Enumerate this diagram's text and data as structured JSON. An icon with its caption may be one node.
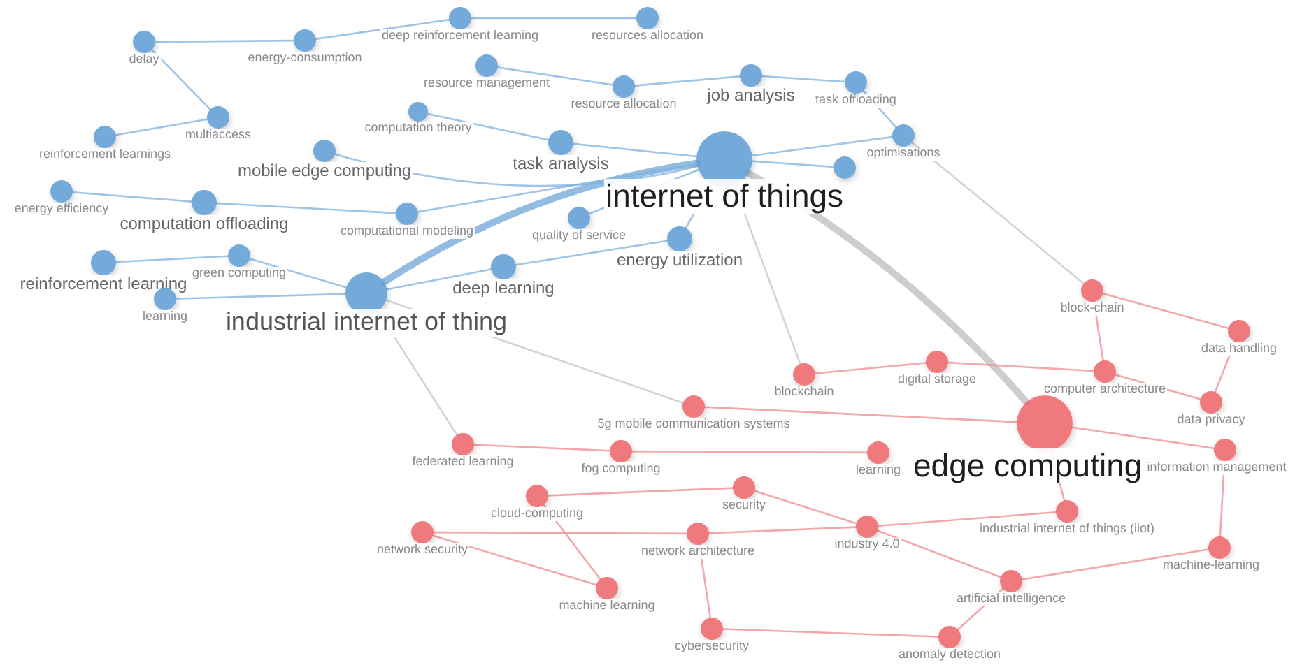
{
  "diagram": {
    "nodes": [
      {
        "text": [
          "delay"
        ]
      },
      {
        "text": [
          "energy-consumption"
        ]
      },
      {
        "text": [
          "deep reinforcement learning"
        ]
      },
      {
        "text": [
          "resources allocation"
        ]
      },
      {
        "text": [
          "resource management"
        ]
      },
      {
        "text": [
          "multiaccess"
        ]
      },
      {
        "text": [
          "computation theory"
        ]
      },
      {
        "text": [
          "resource allocation"
        ]
      },
      {
        "text": [
          "job analysis"
        ]
      },
      {
        "text": [
          "task offloading"
        ]
      },
      {
        "text": [
          "reinforcement learnings"
        ]
      },
      {
        "text": [
          "mobile edge computing"
        ]
      },
      {
        "text": [
          "task analysis"
        ]
      },
      {
        "text": [
          "optimisations"
        ]
      },
      {
        "text": [
          "internet of things"
        ]
      },
      {
        "text": [
          "energy efficiency"
        ]
      },
      {
        "text": [
          "computation offloading"
        ]
      },
      {
        "text": [
          "computational modeling"
        ]
      },
      {
        "text": [
          "quality of service"
        ]
      },
      {
        "text": [],
        "shape": "circle"
      },
      {
        "text": [
          "energy utilization"
        ]
      },
      {
        "text": [
          "reinforcement learning"
        ]
      },
      {
        "text": [
          "green computing"
        ]
      },
      {
        "text": [
          "deep learning"
        ]
      },
      {
        "text": [
          "industrial internet of thing"
        ]
      },
      {
        "text": [
          "learning"
        ]
      },
      {
        "text": [
          "block-chain"
        ]
      },
      {
        "text": [
          "data handling"
        ]
      },
      {
        "text": [
          "blockchain"
        ]
      },
      {
        "text": [
          "digital storage"
        ]
      },
      {
        "text": [
          "computer architecture"
        ]
      },
      {
        "text": [
          "5g mobile communication systems"
        ]
      },
      {
        "text": [
          "data privacy"
        ]
      },
      {
        "text": [
          "edge computing"
        ]
      },
      {
        "text": [
          "federated learning"
        ]
      },
      {
        "text": [
          "fog computing"
        ]
      },
      {
        "text": [
          "learning"
        ]
      },
      {
        "text": [
          "information management"
        ]
      },
      {
        "text": [
          "security"
        ]
      },
      {
        "text": [
          "cloud-computing"
        ]
      },
      {
        "text": [
          "industrial internet of things (iiot)"
        ]
      },
      {
        "text": [
          "network security"
        ]
      },
      {
        "text": [
          "network architecture"
        ]
      },
      {
        "text": [
          "industry 4.0"
        ]
      },
      {
        "text": [
          "machine-learning"
        ]
      },
      {
        "text": [
          "artificial intelligence"
        ]
      },
      {
        "text": [
          "machine learning"
        ]
      },
      {
        "text": [
          "cybersecurity"
        ]
      },
      {
        "text": [
          "anomaly detection"
        ]
      }
    ],
    "edges": [
      {
        "from": 24,
        "to": 14,
        "arrow": "none",
        "style": "thick",
        "color": "#7fb0dc"
      },
      {
        "from": 14,
        "to": 33,
        "arrow": "none",
        "style": "thick"
      },
      {
        "from": 24,
        "to": 34,
        "arrow": "none"
      },
      {
        "from": 14,
        "to": 28,
        "arrow": "none"
      },
      {
        "from": 24,
        "to": 31,
        "arrow": "none"
      },
      {
        "from": 13,
        "to": 26,
        "arrow": "none"
      },
      {
        "from": 21,
        "to": 22,
        "arrow": "none",
        "color": "#7fb0dc"
      },
      {
        "from": 16,
        "to": 17,
        "arrow": "none",
        "color": "#7fb0dc"
      },
      {
        "from": 15,
        "to": 16,
        "arrow": "none",
        "color": "#7fb0dc"
      },
      {
        "from": 10,
        "to": 5,
        "arrow": "none",
        "color": "#7fb0dc"
      },
      {
        "from": 11,
        "to": 14,
        "arrow": "none",
        "color": "#7fb0dc"
      },
      {
        "from": 7,
        "to": 8,
        "arrow": "none",
        "color": "#7fb0dc"
      },
      {
        "from": 8,
        "to": 9,
        "arrow": "none",
        "color": "#7fb0dc"
      },
      {
        "from": 4,
        "to": 7,
        "arrow": "none",
        "color": "#7fb0dc"
      },
      {
        "from": 2,
        "to": 3,
        "arrow": "none",
        "color": "#7fb0dc"
      },
      {
        "from": 0,
        "to": 1,
        "arrow": "none",
        "color": "#7fb0dc"
      },
      {
        "from": 1,
        "to": 2,
        "arrow": "none",
        "color": "#7fb0dc"
      },
      {
        "from": 23,
        "to": 20,
        "arrow": "none",
        "color": "#7fb0dc"
      },
      {
        "from": 20,
        "to": 14,
        "arrow": "none",
        "color": "#7fb0dc"
      },
      {
        "from": 24,
        "to": 23,
        "arrow": "none",
        "color": "#7fb0dc"
      },
      {
        "from": 12,
        "to": 14,
        "arrow": "none",
        "color": "#7fb0dc"
      },
      {
        "from": 6,
        "to": 12,
        "arrow": "none",
        "color": "#7fb0dc"
      },
      {
        "from": 18,
        "to": 14,
        "arrow": "none",
        "color": "#7fb0dc"
      },
      {
        "from": 9,
        "to": 13,
        "arrow": "none",
        "color": "#7fb0dc"
      },
      {
        "from": 17,
        "to": 14,
        "arrow": "none",
        "color": "#7fb0dc"
      },
      {
        "from": 0,
        "to": 5,
        "arrow": "none",
        "color": "#7fb0dc"
      },
      {
        "from": 22,
        "to": 24,
        "arrow": "none",
        "color": "#7fb0dc"
      },
      {
        "from": 25,
        "to": 24,
        "arrow": "none",
        "color": "#7fb0dc"
      },
      {
        "from": 13,
        "to": 14,
        "arrow": "none",
        "color": "#7fb0dc"
      },
      {
        "from": 19,
        "to": 14,
        "arrow": "none",
        "color": "#7fb0dc"
      },
      {
        "from": 31,
        "to": 33,
        "arrow": "none",
        "color": "#f08a8d"
      },
      {
        "from": 28,
        "to": 29,
        "arrow": "none",
        "color": "#f08a8d"
      },
      {
        "from": 29,
        "to": 30,
        "arrow": "none",
        "color": "#f08a8d"
      },
      {
        "from": 30,
        "to": 32,
        "arrow": "none",
        "color": "#f08a8d"
      },
      {
        "from": 33,
        "to": 37,
        "arrow": "none",
        "color": "#f08a8d"
      },
      {
        "from": 34,
        "to": 35,
        "arrow": "none",
        "color": "#f08a8d"
      },
      {
        "from": 35,
        "to": 36,
        "arrow": "none",
        "color": "#f08a8d"
      },
      {
        "from": 39,
        "to": 38,
        "arrow": "none",
        "color": "#f08a8d"
      },
      {
        "from": 41,
        "to": 42,
        "arrow": "none",
        "color": "#f08a8d"
      },
      {
        "from": 42,
        "to": 43,
        "arrow": "none",
        "color": "#f08a8d"
      },
      {
        "from": 43,
        "to": 40,
        "arrow": "none",
        "color": "#f08a8d"
      },
      {
        "from": 38,
        "to": 43,
        "arrow": "none",
        "color": "#f08a8d"
      },
      {
        "from": 46,
        "to": 39,
        "arrow": "none",
        "color": "#f08a8d"
      },
      {
        "from": 47,
        "to": 42,
        "arrow": "none",
        "color": "#f08a8d"
      },
      {
        "from": 48,
        "to": 45,
        "arrow": "none",
        "color": "#f08a8d"
      },
      {
        "from": 45,
        "to": 43,
        "arrow": "none",
        "color": "#f08a8d"
      },
      {
        "from": 44,
        "to": 45,
        "arrow": "none",
        "color": "#f08a8d"
      },
      {
        "from": 27,
        "to": 32,
        "arrow": "none",
        "color": "#f08a8d"
      },
      {
        "from": 26,
        "to": 30,
        "arrow": "none",
        "color": "#f08a8d"
      },
      {
        "from": 26,
        "to": 27,
        "arrow": "none",
        "color": "#f08a8d"
      },
      {
        "from": 41,
        "to": 46,
        "arrow": "none",
        "color": "#f08a8d"
      },
      {
        "from": 47,
        "to": 48,
        "arrow": "none",
        "color": "#f08a8d"
      },
      {
        "from": 40,
        "to": 33,
        "arrow": "none",
        "color": "#f08a8d"
      },
      {
        "from": 37,
        "to": 44,
        "arrow": "none",
        "color": "#f08a8d"
      }
    ]
  }
}
